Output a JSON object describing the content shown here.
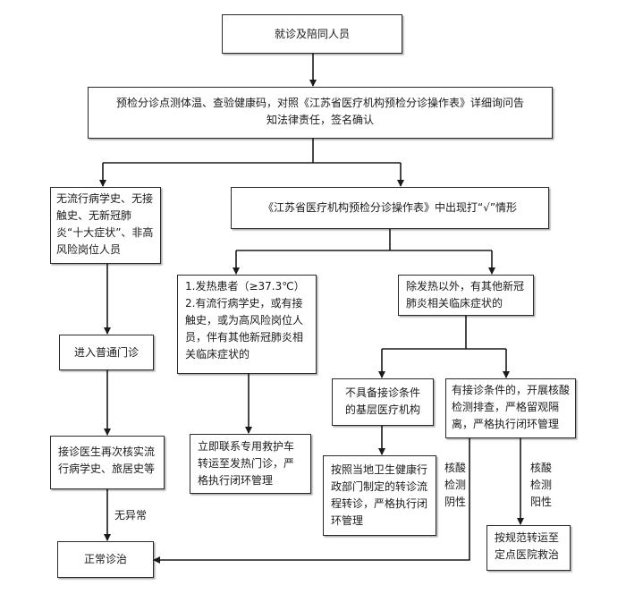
{
  "nodes": {
    "start": "就诊及陪同人员",
    "precheck": "预检分诊点测体温、查验健康码，对照《江苏省医疗机构预检分诊操作表》详细询问告知法律责任，签名确认",
    "no_risk": "无流行病学史、无接触史、无新冠肺炎“十大症状”、非高风险岗位人员",
    "checkmark": "《江苏省医疗机构预检分诊操作表》中出现打“√”情形",
    "fever": "1.发热患者（≥37.3℃）\n2.有流行病学史，或有接触史，或为高风险岗位人员，伴有其他新冠肺炎相关临床症状的",
    "other_symptoms": "除发热以外，有其他新冠肺炎相关临床症状的",
    "general_clinic": "进入普通门诊",
    "no_conditions": "不具备接诊条件的基层医疗机构",
    "has_conditions": "有接诊条件的，开展核酸检测排查，严格留观隔离，严格执行闭环管理",
    "recheck": "接诊医生再次核实流行病学史、旅居史等",
    "ambulance": "立即联系专用救护车转运至发热门诊，严格执行闭环管理",
    "transfer_local": "按照当地卫生健康行政部门制定的转诊流程转诊，严格执行闭环管理",
    "normal": "正常诊治",
    "designated": "按规范转运至定点医院救治"
  },
  "labels": {
    "no_abnormal": "无异常",
    "nat_negative": "核酸检测阴性",
    "nat_positive": "核酸检测阳性"
  },
  "colors": {
    "line": "#1a1a1a",
    "border": "#2b2b2b"
  }
}
